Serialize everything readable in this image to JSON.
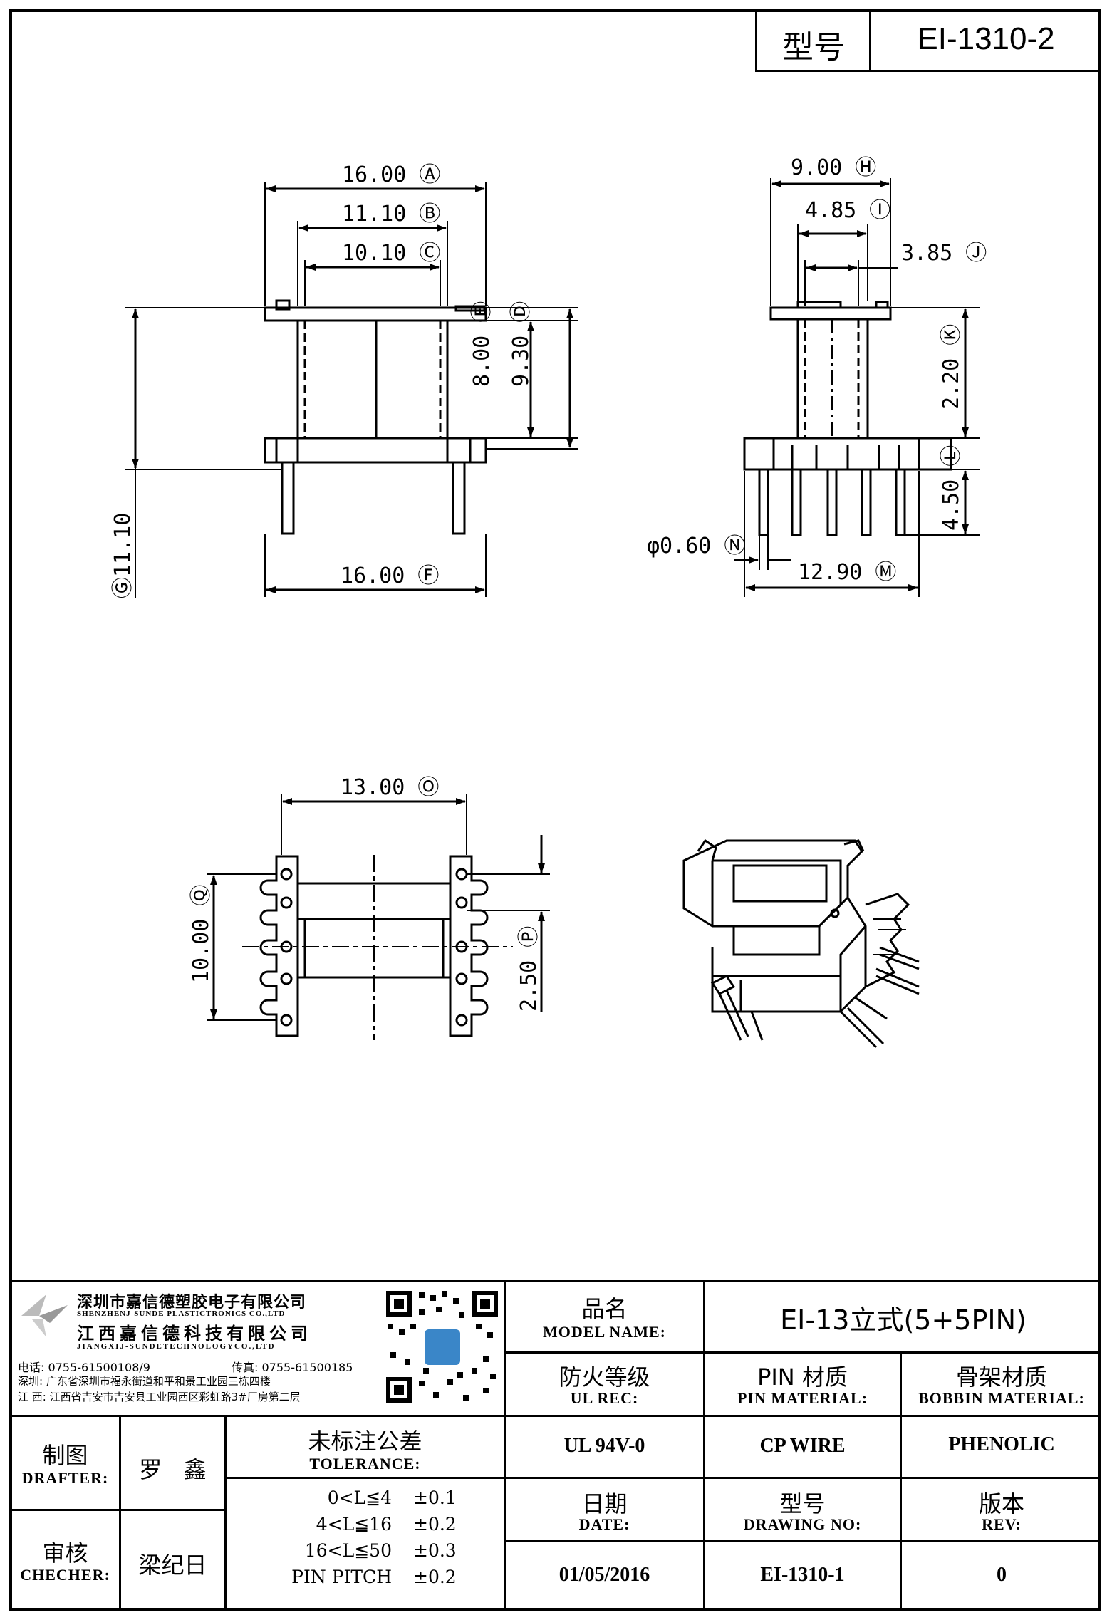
{
  "header": {
    "model_label": "型号",
    "model_value": "EI-1310-2"
  },
  "dimensions": {
    "A": "16.00",
    "B": "11.10",
    "C": "10.10",
    "D": "9.30",
    "E": "8.00",
    "F": "16.00",
    "G": "11.10",
    "H": "9.00",
    "I": "4.85",
    "J": "3.85",
    "K": "2.20",
    "L": "4.50",
    "M": "12.90",
    "N": "φ0.60",
    "O": "13.00",
    "P": "2.50",
    "Q": "10.00"
  },
  "company": {
    "name_cn_1": "深圳市嘉信德塑胶电子有限公司",
    "name_en_1": "SHENZHENJ-SUNDE PLASTICTRONICS CO.,LTD",
    "name_cn_2": "江西嘉信德科技有限公司",
    "name_en_2": "JIANGXIJ-SUNDETECHNOLOGYCO.,LTD",
    "phone": "电话: 0755-61500108/9",
    "fax": "传真: 0755-61500185",
    "addr_sz": "深圳: 广东省深圳市福永街道和平和景工业园三栋四楼",
    "addr_jx": "江 西: 江西省吉安市吉安县工业园西区彩虹路3#厂房第二层"
  },
  "title_block": {
    "product_name_cn": "品名",
    "product_name_en": "MODEL NAME:",
    "product_name_value": "EI-13立式(5+5PIN)",
    "ul_cn": "防火等级",
    "ul_en": "UL REC:",
    "ul_value": "UL 94V-0",
    "pin_cn": "PIN 材质",
    "pin_en": "PIN MATERIAL:",
    "pin_value": "CP WIRE",
    "bobbin_cn": "骨架材质",
    "bobbin_en": "BOBBIN MATERIAL:",
    "bobbin_value": "PHENOLIC",
    "drafter_cn": "制图",
    "drafter_en": "DRAFTER:",
    "drafter_value": "罗   鑫",
    "checker_cn": "审核",
    "checker_en": "CHECHER:",
    "checker_value": "梁纪日",
    "tolerance_cn": "未标注公差",
    "tolerance_en": "TOLERANCE:",
    "tolerances": [
      {
        "range": "0<L≦4",
        "tol": "±0.1"
      },
      {
        "range": "4<L≦16",
        "tol": "±0.2"
      },
      {
        "range": "16<L≦50",
        "tol": "±0.3"
      },
      {
        "range": "PIN PITCH",
        "tol": "±0.2"
      }
    ],
    "date_cn": "日期",
    "date_en": "DATE:",
    "date_value": "01/05/2016",
    "drawing_cn": "型号",
    "drawing_en": "DRAWING NO:",
    "drawing_value": "EI-1310-1",
    "rev_cn": "版本",
    "rev_en": "REV:",
    "rev_value": "0"
  }
}
